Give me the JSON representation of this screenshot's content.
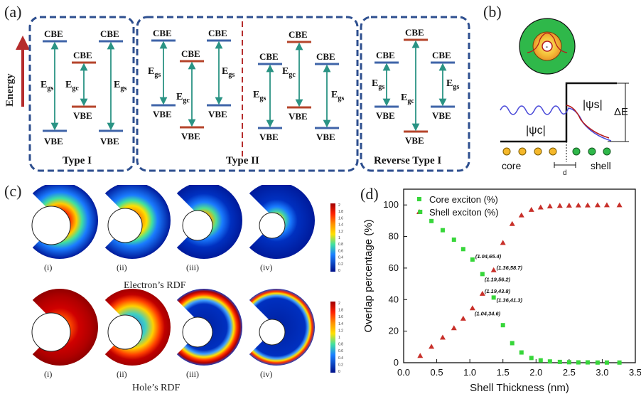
{
  "panel_a": {
    "label": "(a)",
    "energy_label": "Energy",
    "cbe": "CBE",
    "vbe": "VBE",
    "type1": "Type I",
    "type2": "Type II",
    "reverse": "Reverse Type I",
    "egs_main": "E",
    "egs_sub": "gs",
    "egc_sub": "gc"
  },
  "panel_b": {
    "label": "(b)",
    "core_charge": "-",
    "psi_s": "|ψs|",
    "psi_c": "|ψc|",
    "delta_e": "ΔE",
    "core": "core",
    "shell": "shell",
    "d": "d"
  },
  "panel_c": {
    "label": "(c)",
    "numerals": [
      "(i)",
      "(ii)",
      "(iii)",
      "(iv)"
    ],
    "electron_title": "Electron’s RDF",
    "hole_title": "Hole’s RDF",
    "electron_scale": [
      "2",
      "1.8",
      "1.6",
      "1.4",
      "1.2",
      "1",
      "0.8",
      "0.6",
      "0.4",
      "0.2",
      "0"
    ],
    "hole_scale": [
      "2",
      "1.8",
      "1.6",
      "1.4",
      "1.2",
      "1",
      "0.8",
      "0.6",
      "0.4",
      "0.2",
      "0"
    ]
  },
  "chart_data": {
    "type": "scatter",
    "panel_label": "(d)",
    "xlabel": "Shell Thickness (nm)",
    "ylabel": "Overlap percentage (%)",
    "xlim": [
      0,
      3.5
    ],
    "ylim": [
      0,
      110
    ],
    "xticks": [
      "0.0",
      "0.5",
      "1.0",
      "1.5",
      "2.0",
      "2.5",
      "3.0",
      "3.5"
    ],
    "yticks": [
      "0",
      "20",
      "40",
      "60",
      "80",
      "100"
    ],
    "legend_position": "top-left",
    "series": [
      {
        "name": "Core exciton (%)",
        "color": "#37d63a",
        "marker": "square",
        "x": [
          0.25,
          0.42,
          0.59,
          0.76,
          0.9,
          1.04,
          1.19,
          1.36,
          1.5,
          1.64,
          1.78,
          1.93,
          2.07,
          2.21,
          2.36,
          2.5,
          2.64,
          2.78,
          2.93,
          3.07,
          3.26
        ],
        "y": [
          95.6,
          89.8,
          84.0,
          78.0,
          72.0,
          65.4,
          56.2,
          41.3,
          23.8,
          12.4,
          6.5,
          3.0,
          1.5,
          0.8,
          0.5,
          0.3,
          0.2,
          0.2,
          0.1,
          0.1,
          0.1
        ]
      },
      {
        "name": "Shell exciton (%)",
        "color": "#c8302a",
        "marker": "triangle",
        "x": [
          0.25,
          0.42,
          0.59,
          0.76,
          0.9,
          1.04,
          1.19,
          1.36,
          1.5,
          1.64,
          1.78,
          1.93,
          2.07,
          2.21,
          2.36,
          2.5,
          2.64,
          2.78,
          2.93,
          3.07,
          3.26
        ],
        "y": [
          4.4,
          10.2,
          16.0,
          22.0,
          28.0,
          34.6,
          43.8,
          58.7,
          76.0,
          88.0,
          93.5,
          97.0,
          98.5,
          99.2,
          99.5,
          99.7,
          99.8,
          99.8,
          99.9,
          99.9,
          99.9
        ]
      }
    ],
    "annotations": [
      {
        "text": "(1.04,65.4)",
        "x": 1.04,
        "y": 65.4
      },
      {
        "text": "(1.36,58.7)",
        "x": 1.36,
        "y": 58.7
      },
      {
        "text": "(1.19,56.2)",
        "x": 1.19,
        "y": 56.2
      },
      {
        "text": "(1.19,43.8)",
        "x": 1.19,
        "y": 43.8
      },
      {
        "text": "(1.36,41.3)",
        "x": 1.36,
        "y": 41.3
      },
      {
        "text": "(1.04,34.6)",
        "x": 1.04,
        "y": 34.6
      }
    ]
  },
  "colors": {
    "frame": "#2e4f8f",
    "cbe_line": "#3f64a8",
    "vbe_line": "#3f64a8",
    "core_line": "#b5442b",
    "arrow": "#2a9384",
    "energy_arrow": "#b52c2c"
  }
}
